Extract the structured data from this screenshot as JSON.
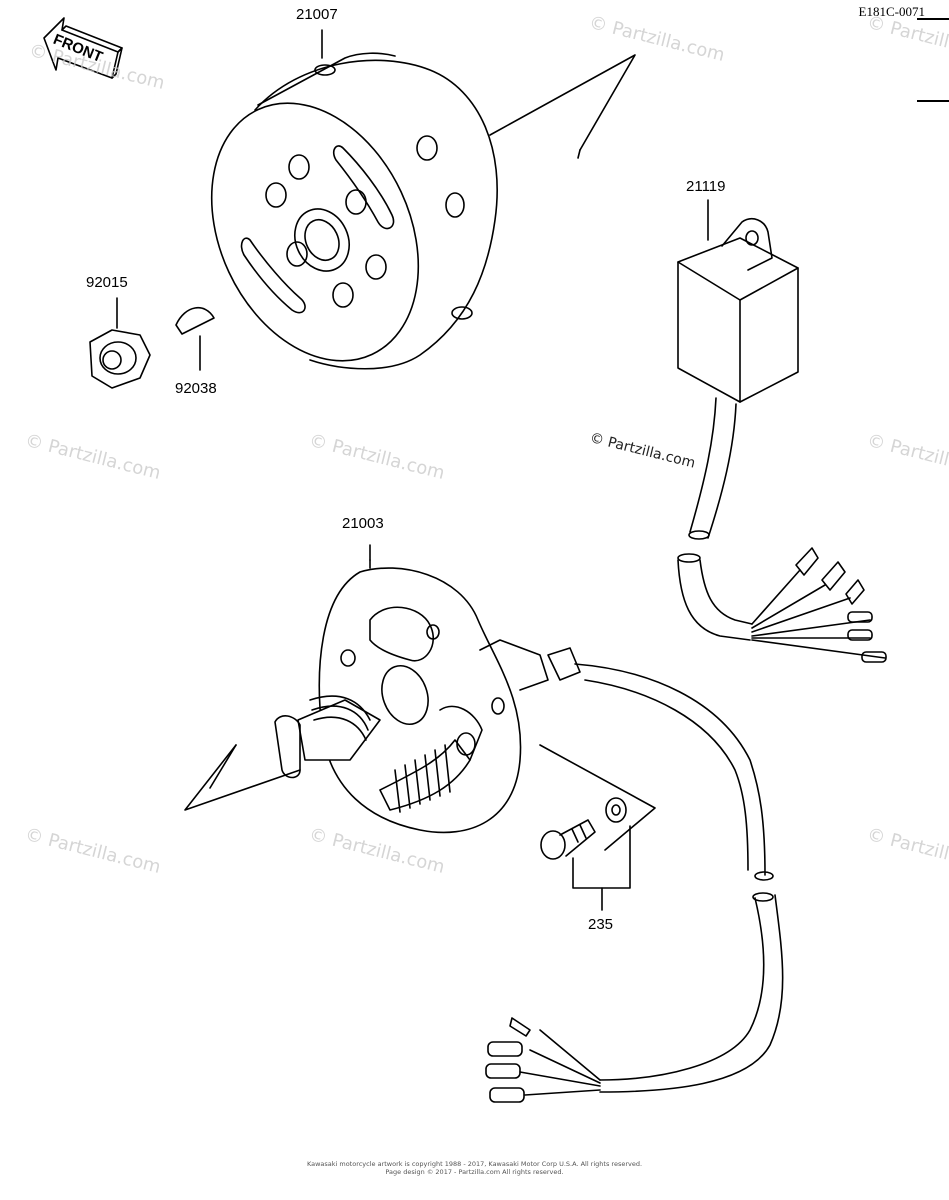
{
  "diagram_code": "E181C-0071",
  "front_arrow": {
    "label": "FRONT"
  },
  "parts": [
    {
      "id": "flywheel",
      "number": "21007"
    },
    {
      "id": "igniter",
      "number": "21119"
    },
    {
      "id": "nut",
      "number": "92015"
    },
    {
      "id": "key",
      "number": "92038"
    },
    {
      "id": "stator",
      "number": "21003"
    },
    {
      "id": "screw",
      "number": "235"
    }
  ],
  "watermark": {
    "text": "© Partzilla.com"
  },
  "copyright": {
    "line1": "Kawasaki motorcycle artwork is copyright 1988 - 2017, Kawasaki Motor Corp U.S.A. All rights reserved.",
    "line2": "Page design © 2017 - Partzilla.com All rights reserved."
  },
  "colors": {
    "line": "#000000",
    "watermark": "#c8c8c8"
  }
}
